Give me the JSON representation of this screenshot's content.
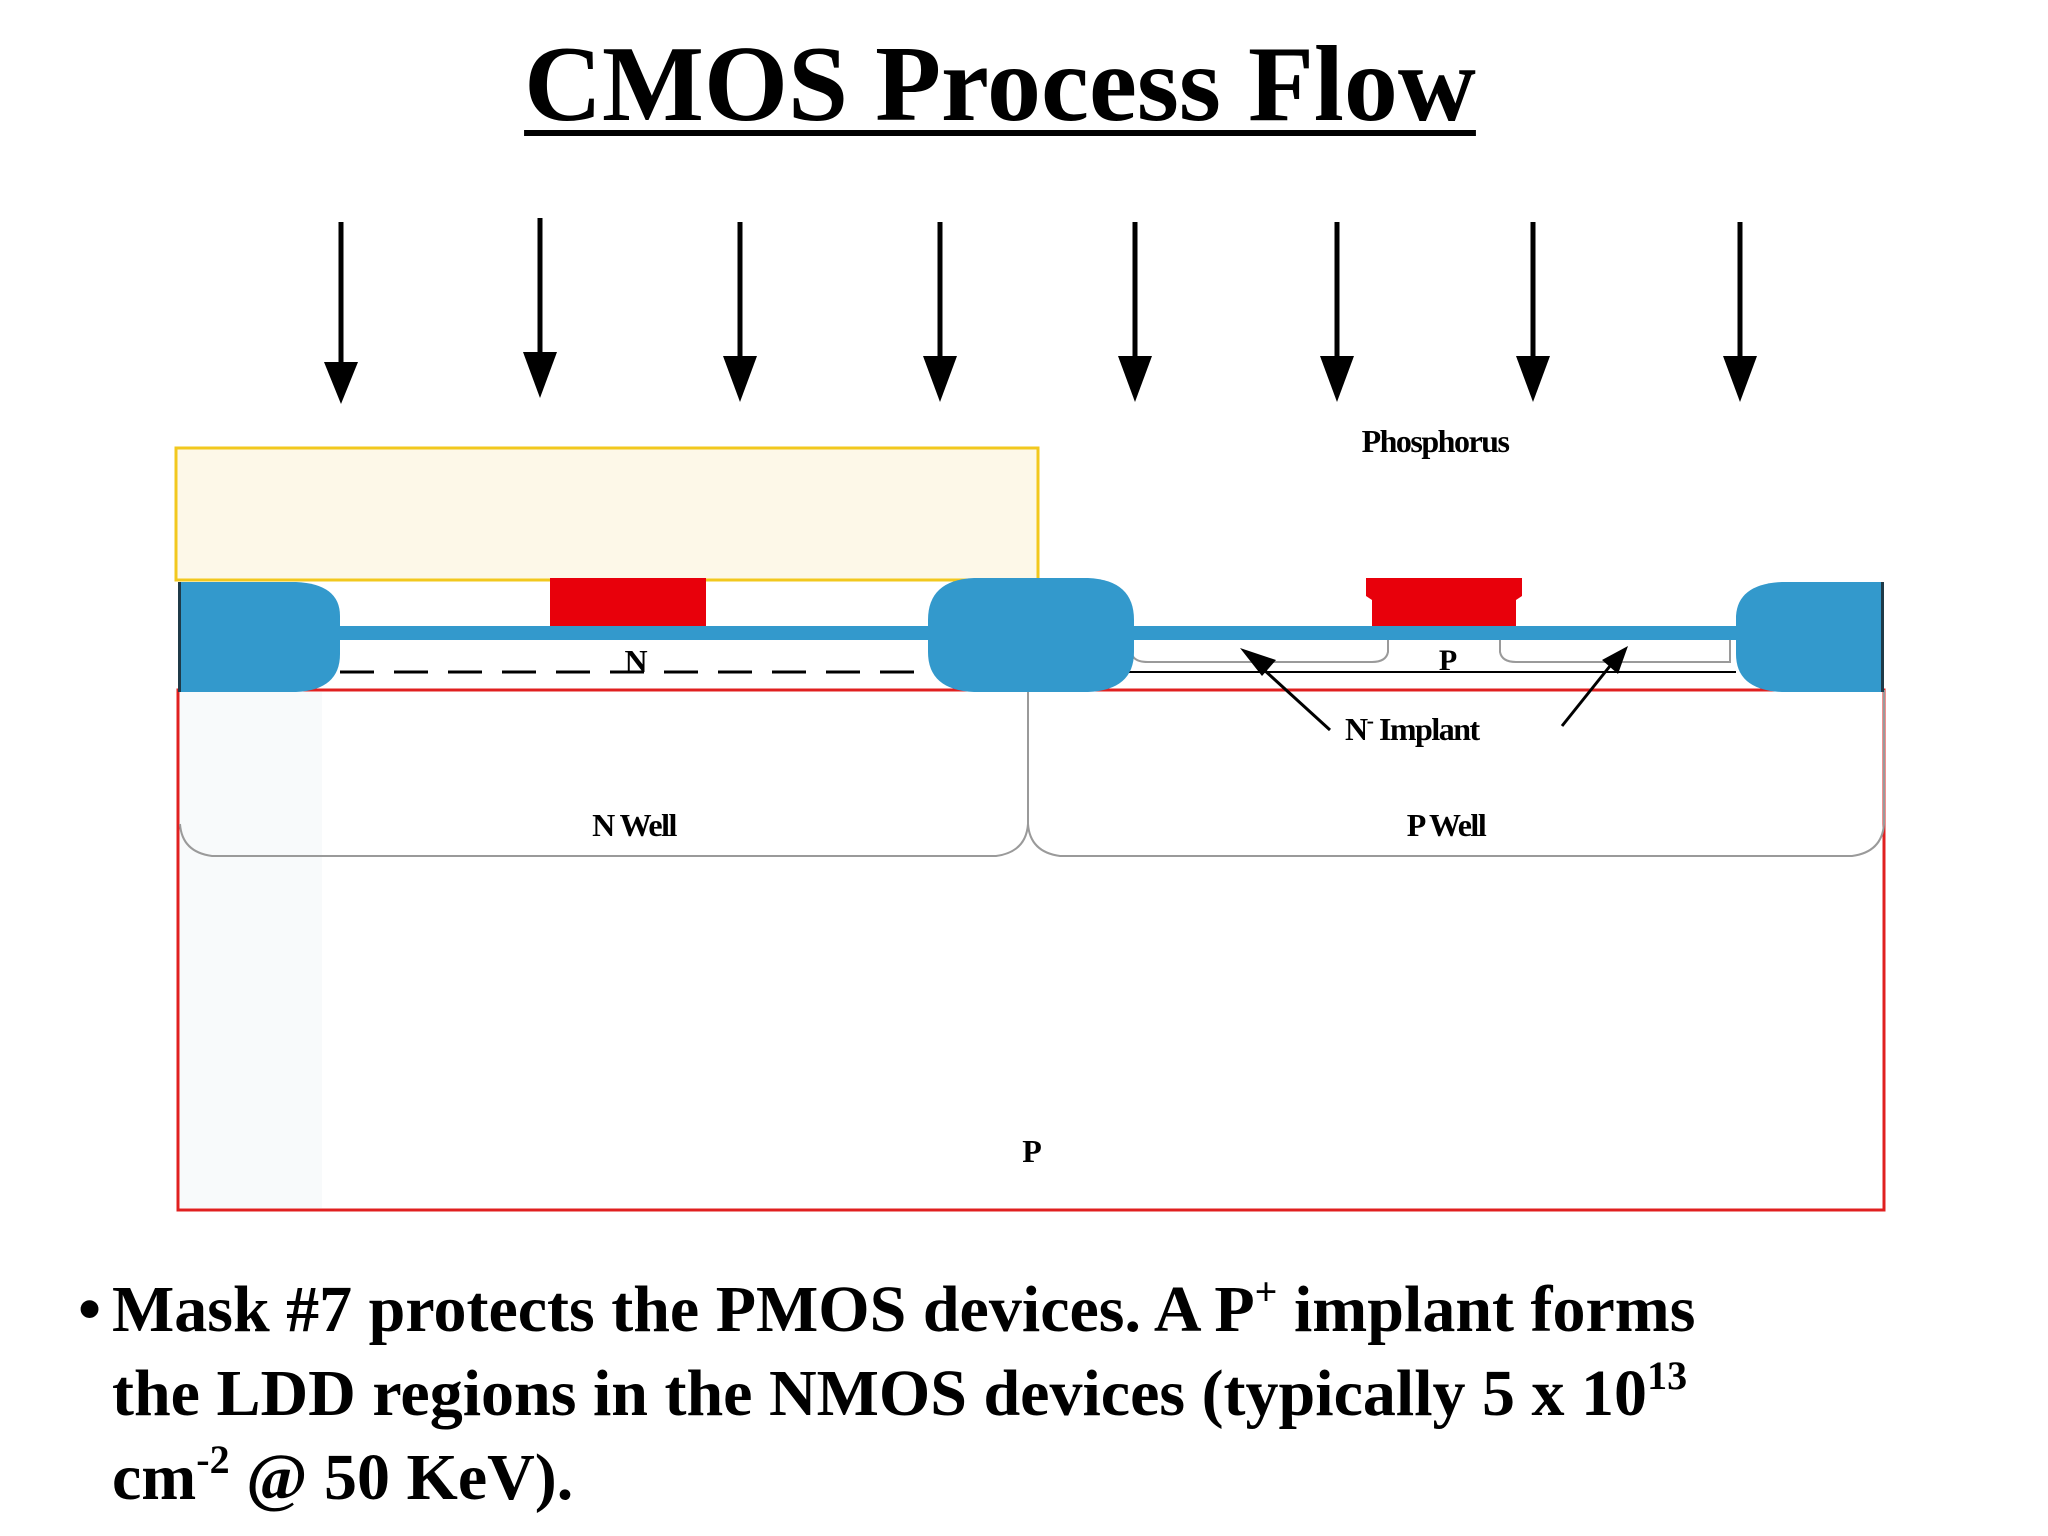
{
  "title": "CMOS Process Flow",
  "diagram": {
    "implant_species": "Phosphorus",
    "labels": {
      "pmos_region": "N",
      "nmos_region": "P",
      "implant_base": "N",
      "implant_sup": "-",
      "implant_text": " Implant",
      "n_well": "N Well",
      "p_well": "P Well",
      "substrate": "P"
    },
    "colors": {
      "field_oxide": "#3399cc",
      "poly_gate": "#e8000b",
      "mask_fill": "#fdf8e8",
      "mask_border": "#f2c81e",
      "substrate_border": "#e02020"
    }
  },
  "bullet": {
    "symbol": "•",
    "line1_a": " Mask #7 protects the PMOS devices. A P",
    "line1_sup": "+",
    "line1_b": " implant forms",
    "line2_a": "the LDD regions in the NMOS devices (typically 5 x 10",
    "line2_sup": "13",
    "line3_a": "cm",
    "line3_sup": "-2",
    "line3_b": " @ 50 KeV)."
  }
}
